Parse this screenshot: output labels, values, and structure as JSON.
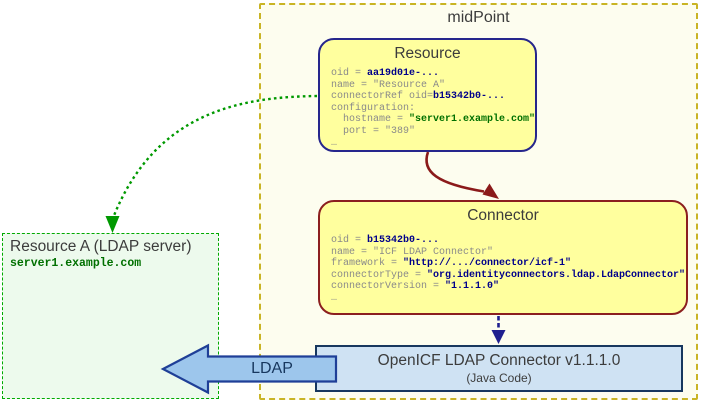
{
  "midpoint": {
    "title": "midPoint"
  },
  "resource_object": {
    "title": "Resource",
    "lines": [
      {
        "s": [
          {
            "t": "oid = ",
            "c": "p"
          },
          {
            "t": "aa19d01e-...",
            "c": "b"
          }
        ]
      },
      {
        "s": [
          {
            "t": "name = \"Resource A\"",
            "c": "p"
          }
        ]
      },
      {
        "s": [
          {
            "t": "connectorRef oid=",
            "c": "p"
          },
          {
            "t": "b15342b0-...",
            "c": "b"
          }
        ]
      },
      {
        "s": [
          {
            "t": "configuration:",
            "c": "p"
          }
        ]
      },
      {
        "s": [
          {
            "t": "  hostname = ",
            "c": "p"
          },
          {
            "t": "\"server1.example.com\"",
            "c": "g"
          }
        ]
      },
      {
        "s": [
          {
            "t": "  port = \"389\"",
            "c": "p"
          }
        ]
      },
      {
        "s": [
          {
            "t": "…",
            "c": "p"
          }
        ]
      }
    ]
  },
  "connector_object": {
    "title": "Connector",
    "lines": [
      {
        "s": [
          {
            "t": "oid = ",
            "c": "p"
          },
          {
            "t": "b15342b0-...",
            "c": "b"
          }
        ]
      },
      {
        "s": [
          {
            "t": "name = \"ICF LDAP Connector\"",
            "c": "p"
          }
        ]
      },
      {
        "s": [
          {
            "t": "framework = ",
            "c": "p"
          },
          {
            "t": "\"http://.../connector/icf-1\"",
            "c": "b"
          }
        ]
      },
      {
        "s": [
          {
            "t": "connectorType = ",
            "c": "p"
          },
          {
            "t": "\"org.identityconnectors.ldap.LdapConnector\"",
            "c": "b"
          }
        ]
      },
      {
        "s": [
          {
            "t": "connectorVersion = ",
            "c": "p"
          },
          {
            "t": "\"1.1.1.0\"",
            "c": "b"
          }
        ]
      },
      {
        "s": [
          {
            "t": "…",
            "c": "p"
          }
        ]
      }
    ]
  },
  "openicf": {
    "title": "OpenICF LDAP Connector v1.1.1.0",
    "subtitle": "(Java Code)"
  },
  "ldap_arrow": {
    "label": "LDAP"
  },
  "external_resource": {
    "title": "Resource A (LDAP server)",
    "host": "server1.example.com"
  },
  "colors": {
    "midpoint_bg": "#fdfdef",
    "midpoint_border": "#c9b425",
    "object_fill": "#ffff9e",
    "resource_border": "#26268c",
    "connector_border": "#8b1f1f",
    "openicf_fill": "#cfe2f3",
    "openicf_border": "#17375e",
    "ldap_arrow_fill": "#9dc6ec",
    "ldap_arrow_border": "#1f3f97",
    "external_bg": "#edfaed",
    "external_border": "#00aa00",
    "reference_arrow_green": "#009900",
    "reference_arrow_red": "#8b1a1a",
    "instantiation_arrow_blue": "#1f1f8f",
    "code_plain": "#8a8a8a",
    "code_value_blue": "#00008b",
    "code_value_green": "#007000"
  }
}
